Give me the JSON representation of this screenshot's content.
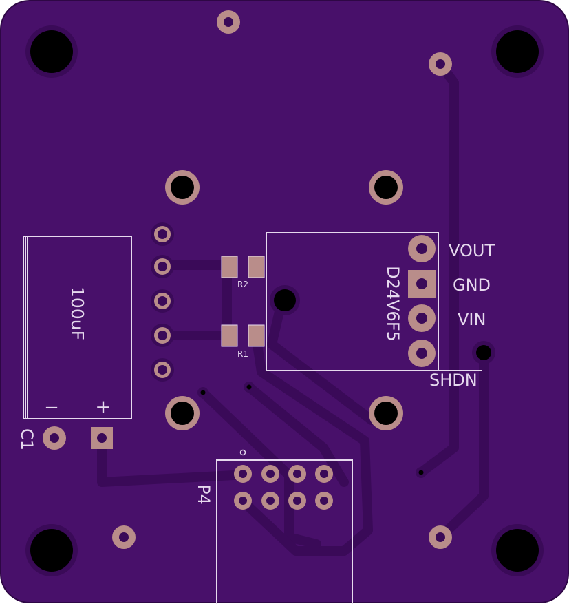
{
  "colors": {
    "board": "#48106a",
    "board_edge": "#2e0745",
    "copper_trace": "#3a0a58",
    "pad": "#b98d8a",
    "drill": "#000000",
    "silkscreen": "#e6d9ee"
  },
  "labels": {
    "capacitor_value": "100uF",
    "capacitor_ref": "C1",
    "cap_minus": "−",
    "cap_plus": "+",
    "resistor_r2": "R2",
    "resistor_r1": "R1",
    "regulator_part": "D24V6F5",
    "pin_vout": "VOUT",
    "pin_gnd": "GND",
    "pin_vin": "VIN",
    "pin_shdn": "SHDN",
    "header_ref": "P4"
  }
}
